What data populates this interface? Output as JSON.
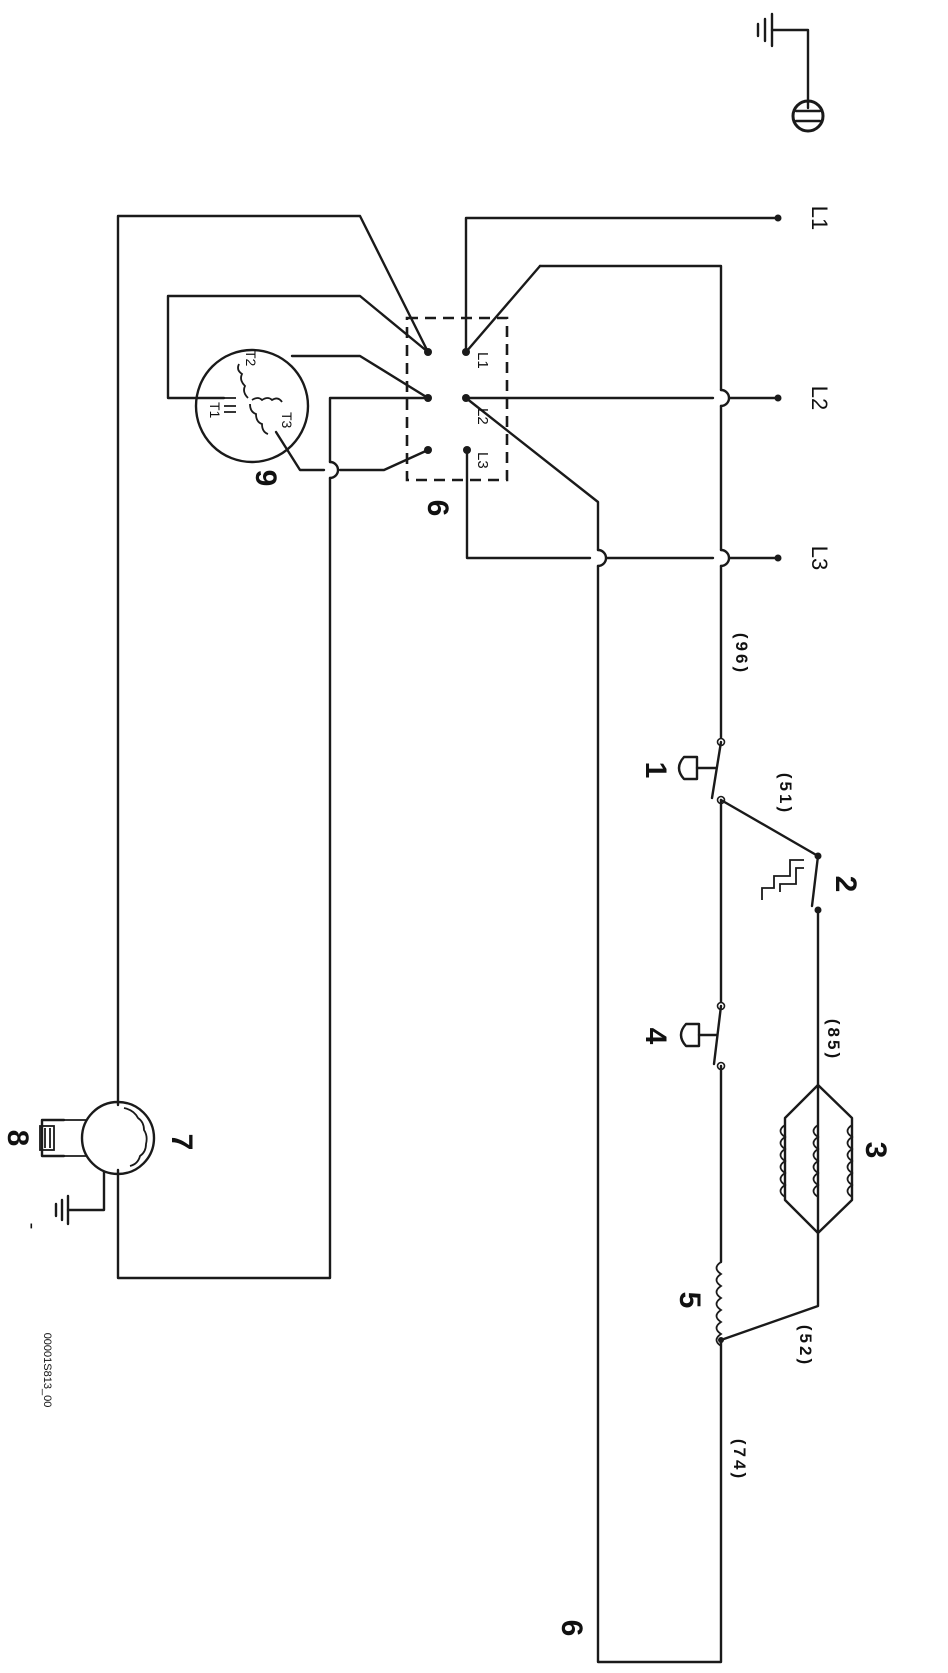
{
  "diagram": {
    "supply_terminals": [
      "L1",
      "L2",
      "L3"
    ],
    "switch_terminals": [
      "L1",
      "L2",
      "L3"
    ],
    "motor9_terminals": [
      "T1",
      "T2",
      "T3"
    ],
    "wire_codes": [
      "(96)",
      "(51)",
      "(85)",
      "(52)",
      "(74)"
    ],
    "components": [
      "1",
      "2",
      "3",
      "4",
      "5",
      "6",
      "7",
      "8",
      "9",
      "6"
    ],
    "ground_mark": "-",
    "drawing_number": "00001S813_00"
  }
}
